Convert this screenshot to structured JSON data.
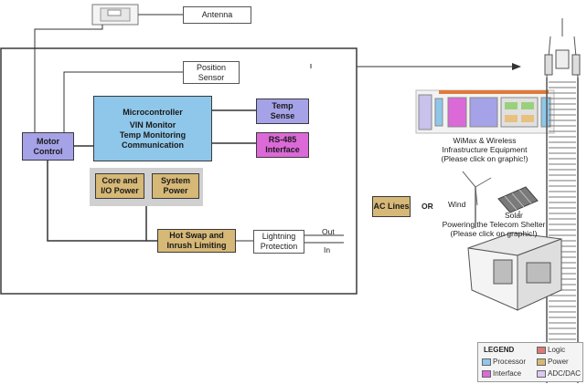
{
  "colors": {
    "processor": "#8ec7ea",
    "logic": "#a6a2e8",
    "interface": "#dc69d8",
    "power": "#d6b877",
    "adc_dac": "#dcc8f0"
  },
  "blocks": {
    "antenna": "Antenna",
    "position_sensor": "Position\nSensor",
    "microcontroller": "Microcontroller",
    "microcontroller_lines": [
      "VIN Monitor",
      "Temp Monitoring",
      "Communication"
    ],
    "temp_sense": "Temp\nSense",
    "rs485": "RS-485\nInterface",
    "motor_control": "Motor\nControl",
    "core_io_power": "Core and\nI/O Power",
    "system_power": "System\nPower",
    "hot_swap": "Hot Swap and\nInrush Limiting",
    "lightning": "Lightning\nProtection",
    "out_label": "Out",
    "in_label": "In"
  },
  "right_panel": {
    "wimax_caption": "WiMax & Wireless\nInfrastructure Equipment\n(Please click on graphic!)",
    "ac_lines": "AC Lines",
    "or_label": "OR",
    "wind_label": "Wind",
    "solar_label": "Solar",
    "shelter_caption": "Powering the Telecom Shelter\n(Please click on graphic!)"
  },
  "legend": {
    "title": "LEGEND",
    "items": [
      {
        "label": "Logic",
        "color": "#e07878"
      },
      {
        "label": "Processor",
        "color": "#8ec7ea"
      },
      {
        "label": "Power",
        "color": "#d6b877"
      },
      {
        "label": "Interface",
        "color": "#dc69d8"
      },
      {
        "label": "ADC/DAC",
        "color": "#dcc8f0"
      }
    ]
  }
}
